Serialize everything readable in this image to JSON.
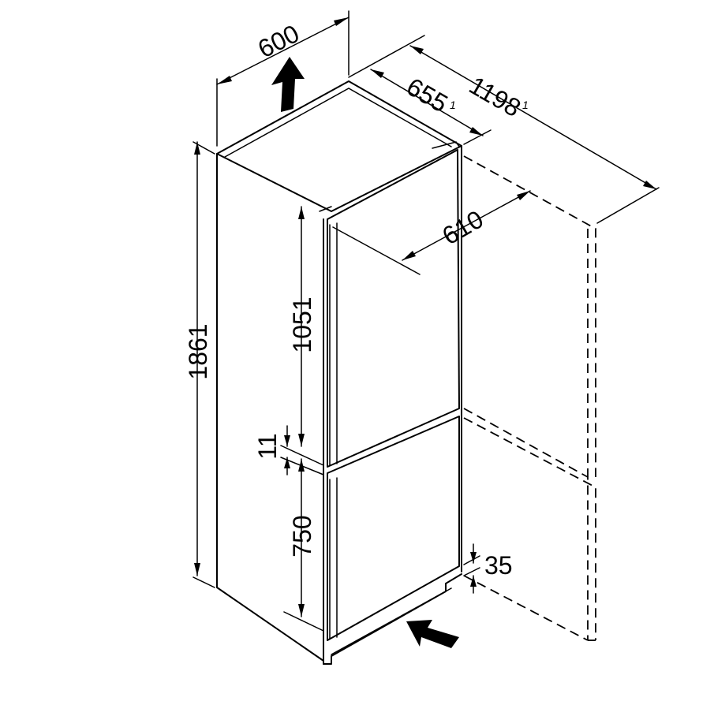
{
  "dimensions": {
    "width": "600",
    "depth_total": "655",
    "depth_total_note": "1",
    "door_open_depth": "1198",
    "door_open_depth_note": "1",
    "depth_body": "610",
    "height_total": "1861",
    "height_upper_door": "1051",
    "gap_between_doors": "11",
    "height_lower_door": "750",
    "plinth_height": "35"
  },
  "icons": {
    "top_arrow": "ventilation-out-arrow-icon",
    "bottom_arrow": "ventilation-in-arrow-icon"
  }
}
